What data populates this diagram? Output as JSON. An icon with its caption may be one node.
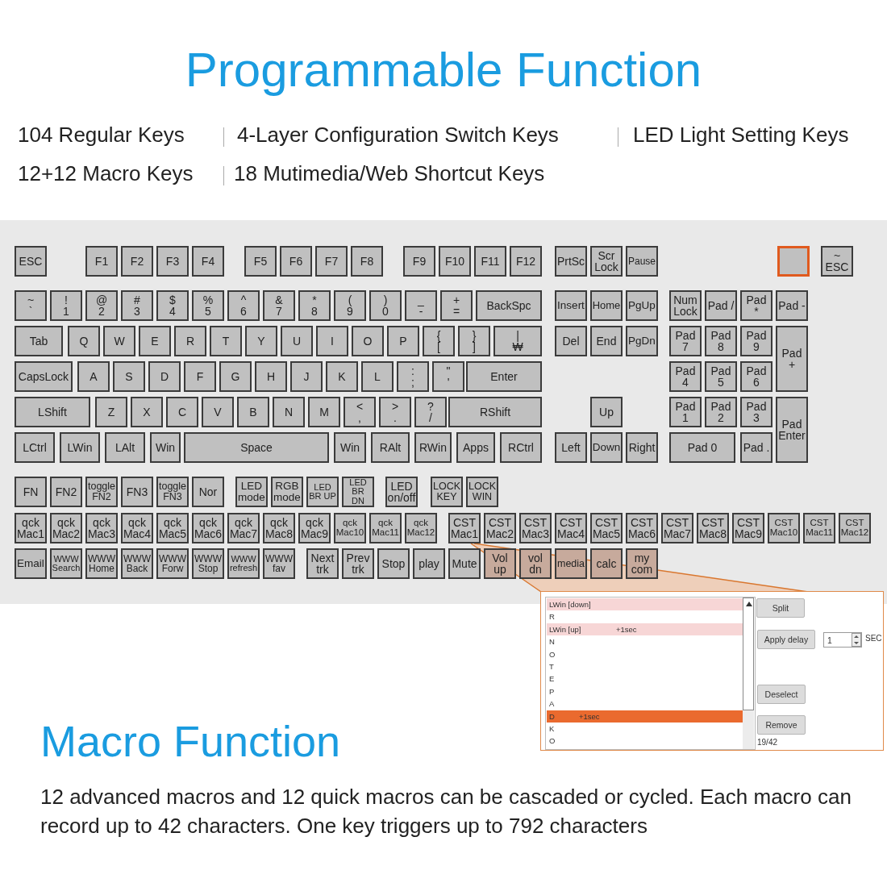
{
  "diagram": {
    "title": "Programmable Function",
    "nodes": [
      {
        "text": [
          "ESC"
        ]
      },
      {
        "text": [
          "F1"
        ]
      },
      {
        "text": [
          "F2"
        ]
      },
      {
        "text": [
          "F3"
        ]
      },
      {
        "text": [
          "F4"
        ]
      },
      {
        "text": [
          "F5"
        ]
      },
      {
        "text": [
          "F6"
        ]
      },
      {
        "text": [
          "F7"
        ]
      },
      {
        "text": [
          "F8"
        ]
      },
      {
        "text": [
          "F9"
        ]
      },
      {
        "text": [
          "F10"
        ]
      },
      {
        "text": [
          "F11"
        ]
      },
      {
        "text": [
          "F12"
        ]
      },
      {
        "text": [
          "PrtSc"
        ]
      },
      {
        "text": [
          "Scr Lock"
        ]
      },
      {
        "text": [
          "Pause"
        ]
      },
      {
        "text": [],
        "shape": "box"
      },
      {
        "text": [
          "~",
          "ESC"
        ]
      },
      {
        "text": [
          "~",
          "`"
        ]
      },
      {
        "text": [
          "!",
          "1"
        ]
      },
      {
        "text": [
          "@",
          "2"
        ]
      },
      {
        "text": [
          "#",
          "3"
        ]
      },
      {
        "text": [
          "$",
          "4"
        ]
      },
      {
        "text": [
          "%",
          "5"
        ]
      },
      {
        "text": [
          "^",
          "6"
        ]
      },
      {
        "text": [
          "&",
          "7"
        ]
      },
      {
        "text": [
          "*",
          "8"
        ]
      },
      {
        "text": [
          "(",
          "9"
        ]
      },
      {
        "text": [
          ")",
          "0"
        ]
      },
      {
        "text": [
          "_",
          "-"
        ]
      },
      {
        "text": [
          "+",
          "="
        ]
      },
      {
        "text": [
          "BackSpc"
        ]
      },
      {
        "text": [
          "Insert"
        ]
      },
      {
        "text": [
          "Home"
        ]
      },
      {
        "text": [
          "PgUp"
        ]
      },
      {
        "text": [
          "Num Lock"
        ]
      },
      {
        "text": [
          "Pad /"
        ]
      },
      {
        "text": [
          "Pad *"
        ]
      },
      {
        "text": [
          "Pad -"
        ]
      },
      {
        "text": [
          "Tab"
        ]
      },
      {
        "text": [
          "Q"
        ]
      },
      {
        "text": [
          "W"
        ]
      },
      {
        "text": [
          "E"
        ]
      },
      {
        "text": [
          "R"
        ]
      },
      {
        "text": [
          "T"
        ]
      },
      {
        "text": [
          "Y"
        ]
      },
      {
        "text": [
          "U"
        ]
      },
      {
        "text": [
          "I"
        ]
      },
      {
        "text": [
          "O"
        ]
      },
      {
        "text": [
          "P"
        ]
      },
      {
        "text": [
          "{",
          "["
        ]
      },
      {
        "text": [
          "}",
          "]"
        ]
      },
      {
        "text": [
          "|",
          "₩"
        ]
      },
      {
        "text": [
          "Del"
        ]
      },
      {
        "text": [
          "End"
        ]
      },
      {
        "text": [
          "PgDn"
        ]
      },
      {
        "text": [
          "Pad 7"
        ]
      },
      {
        "text": [
          "Pad 8"
        ]
      },
      {
        "text": [
          "Pad 9"
        ]
      },
      {
        "text": [
          "Pad +"
        ]
      },
      {
        "text": [
          "CapsLock"
        ]
      },
      {
        "text": [
          "A"
        ]
      },
      {
        "text": [
          "S"
        ]
      },
      {
        "text": [
          "D"
        ]
      },
      {
        "text": [
          "F"
        ]
      },
      {
        "text": [
          "G"
        ]
      },
      {
        "text": [
          "H"
        ]
      },
      {
        "text": [
          "J"
        ]
      },
      {
        "text": [
          "K"
        ]
      },
      {
        "text": [
          "L"
        ]
      },
      {
        "text": [
          ":",
          ";"
        ]
      },
      {
        "text": [
          "\"",
          "'"
        ]
      },
      {
        "text": [
          "Enter"
        ]
      },
      {
        "text": [
          "Pad 4"
        ]
      },
      {
        "text": [
          "Pad 5"
        ]
      },
      {
        "text": [
          "Pad 6"
        ]
      },
      {
        "text": [
          "LShift"
        ]
      },
      {
        "text": [
          "Z"
        ]
      },
      {
        "text": [
          "X"
        ]
      },
      {
        "text": [
          "C"
        ]
      },
      {
        "text": [
          "V"
        ]
      },
      {
        "text": [
          "B"
        ]
      },
      {
        "text": [
          "N"
        ]
      },
      {
        "text": [
          "M"
        ]
      },
      {
        "text": [
          "<",
          ","
        ]
      },
      {
        "text": [
          ">",
          "."
        ]
      },
      {
        "text": [
          "?",
          "/"
        ]
      },
      {
        "text": [
          "RShift"
        ]
      },
      {
        "text": [
          "Up"
        ]
      },
      {
        "text": [
          "Pad 1"
        ]
      },
      {
        "text": [
          "Pad 2"
        ]
      },
      {
        "text": [
          "Pad 3"
        ]
      },
      {
        "text": [
          "Pad Enter"
        ]
      },
      {
        "text": [
          "LCtrl"
        ]
      },
      {
        "text": [
          "LWin"
        ]
      },
      {
        "text": [
          "LAlt"
        ]
      },
      {
        "text": [
          "Win"
        ]
      },
      {
        "text": [
          "Space"
        ]
      },
      {
        "text": [
          "Win"
        ]
      },
      {
        "text": [
          "RAlt"
        ]
      },
      {
        "text": [
          "RWin"
        ]
      },
      {
        "text": [
          "Apps"
        ]
      },
      {
        "text": [
          "RCtrl"
        ]
      },
      {
        "text": [
          "Left"
        ]
      },
      {
        "text": [
          "Down"
        ]
      },
      {
        "text": [
          "Right"
        ]
      },
      {
        "text": [
          "Pad 0"
        ]
      },
      {
        "text": [
          "Pad ."
        ]
      },
      {
        "text": [
          "FN"
        ]
      },
      {
        "text": [
          "FN2"
        ]
      },
      {
        "text": [
          "toggle FN2"
        ]
      },
      {
        "text": [
          "FN3"
        ]
      },
      {
        "text": [
          "toggle FN3"
        ]
      },
      {
        "text": [
          "Nor"
        ]
      },
      {
        "text": [
          "LED mode"
        ]
      },
      {
        "text": [
          "RGB mode"
        ]
      },
      {
        "text": [
          "LED BR UP"
        ]
      },
      {
        "text": [
          "LED BR DN"
        ]
      },
      {
        "text": [
          "LED on/off"
        ]
      },
      {
        "text": [
          "LOCK KEY"
        ]
      },
      {
        "text": [
          "LOCK WIN"
        ]
      },
      {
        "text": [
          "qck Mac1"
        ]
      },
      {
        "text": [
          "qck Mac2"
        ]
      },
      {
        "text": [
          "qck Mac3"
        ]
      },
      {
        "text": [
          "qck Mac4"
        ]
      },
      {
        "text": [
          "qck Mac5"
        ]
      },
      {
        "text": [
          "qck Mac6"
        ]
      },
      {
        "text": [
          "qck Mac7"
        ]
      },
      {
        "text": [
          "qck Mac8"
        ]
      },
      {
        "text": [
          "qck Mac9"
        ]
      },
      {
        "text": [
          "qck Mac10"
        ]
      },
      {
        "text": [
          "qck Mac11"
        ]
      },
      {
        "text": [
          "qck Mac12"
        ]
      },
      {
        "text": [
          "CST Mac1"
        ]
      },
      {
        "text": [
          "CST Mac2"
        ]
      },
      {
        "text": [
          "CST Mac3"
        ]
      },
      {
        "text": [
          "CST Mac4"
        ]
      },
      {
        "text": [
          "CST Mac5"
        ]
      },
      {
        "text": [
          "CST Mac6"
        ]
      },
      {
        "text": [
          "CST Mac7"
        ]
      },
      {
        "text": [
          "CST Mac8"
        ]
      },
      {
        "text": [
          "CST Mac9"
        ]
      },
      {
        "text": [
          "CST Mac10"
        ]
      },
      {
        "text": [
          "CST Mac11"
        ]
      },
      {
        "text": [
          "CST Mac12"
        ]
      },
      {
        "text": [
          "Email"
        ]
      },
      {
        "text": [
          "WWW Search"
        ]
      },
      {
        "text": [
          "WWW Home"
        ]
      },
      {
        "text": [
          "WWW Back"
        ]
      },
      {
        "text": [
          "WWW Forw"
        ]
      },
      {
        "text": [
          "WWW Stop"
        ]
      },
      {
        "text": [
          "WWW refresh"
        ]
      },
      {
        "text": [
          "WWW fav"
        ]
      },
      {
        "text": [
          "Next trk"
        ]
      },
      {
        "text": [
          "Prev trk"
        ]
      },
      {
        "text": [
          "Stop"
        ]
      },
      {
        "text": [
          "play"
        ]
      },
      {
        "text": [
          "Mute"
        ]
      },
      {
        "text": [
          "Vol up"
        ]
      },
      {
        "text": [
          "vol dn"
        ]
      },
      {
        "text": [
          "media"
        ]
      },
      {
        "text": [
          "calc"
        ]
      },
      {
        "text": [
          "my com"
        ]
      },
      {
        "text": [],
        "shape": "box"
      },
      {
        "text": [
          "LWin [down]"
        ],
        "in": 163
      },
      {
        "text": [
          "R"
        ],
        "in": 163
      },
      {
        "text": [
          "LWin [up]",
          "+1sec"
        ],
        "in": 163
      },
      {
        "text": [
          "N"
        ],
        "in": 163
      },
      {
        "text": [
          "O"
        ],
        "in": 163
      },
      {
        "text": [
          "T"
        ],
        "in": 163
      },
      {
        "text": [
          "E"
        ],
        "in": 163
      },
      {
        "text": [
          "P"
        ],
        "in": 163
      },
      {
        "text": [
          "A"
        ],
        "in": 163
      },
      {
        "text": [
          "D",
          "+1sec"
        ],
        "in": 163
      },
      {
        "text": [
          "K"
        ],
        "in": 163
      },
      {
        "text": [
          "O"
        ],
        "in": 163
      },
      {
        "text": [
          "Split"
        ],
        "in": 163
      },
      {
        "text": [
          "Apply delay"
        ],
        "in": 163
      },
      {
        "text": [
          "1"
        ],
        "in": 163
      },
      {
        "text": [
          "Deselect"
        ],
        "in": 163
      },
      {
        "text": [
          "Remove"
        ],
        "in": 163
      }
    ],
    "edges": [
      {
        "from": 133,
        "to": 163,
        "arrow": "none"
      }
    ],
    "labels": [
      "104 Regular Keys",
      "4-Layer Configuration Switch Keys",
      "LED Light Setting Keys",
      "12+12 Macro Keys",
      "18 Mutimedia/Web Shortcut Keys",
      "SEC",
      "19/42",
      "Macro Function",
      "12 advanced macros and 12 quick macros can be cascaded or cycled. Each macro can record up to 42 characters. One key triggers up to 792 characters"
    ]
  }
}
